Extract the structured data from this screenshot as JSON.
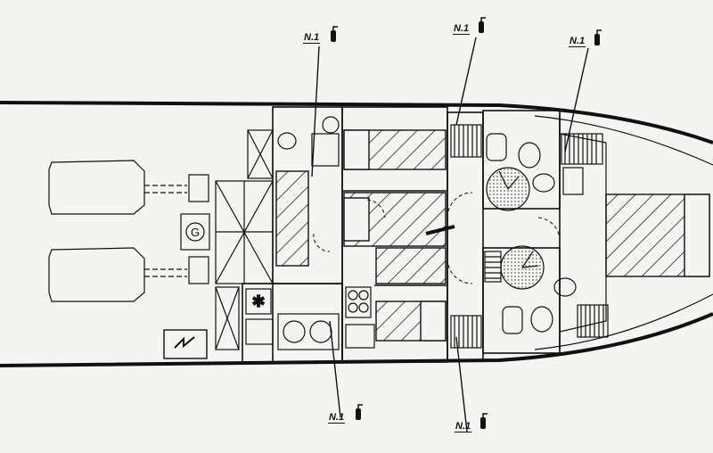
{
  "extinguisher_callouts": [
    {
      "label": "N.1",
      "icon": "fire-extinguisher-icon"
    },
    {
      "label": "N.1",
      "icon": "fire-extinguisher-icon"
    },
    {
      "label": "N.1",
      "icon": "fire-extinguisher-icon"
    },
    {
      "label": "N.1",
      "icon": "fire-extinguisher-icon"
    },
    {
      "label": "N.1",
      "icon": "fire-extinguisher-icon"
    }
  ],
  "generator_symbol": "G",
  "colors": {
    "ink": "#111111",
    "paper": "#f4f4f2",
    "hatch": "#222222"
  }
}
